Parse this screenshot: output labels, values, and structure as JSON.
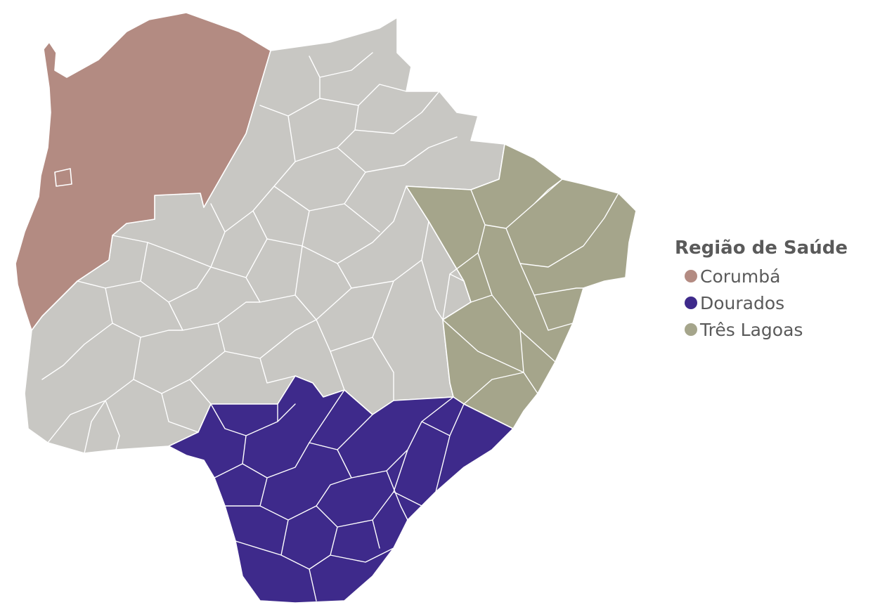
{
  "legend": {
    "title": "Região de Saúde",
    "items": [
      {
        "label": "Corumbá",
        "color": "#b38b82"
      },
      {
        "label": "Dourados",
        "color": "#3e2a8b"
      },
      {
        "label": "Três Lagoas",
        "color": "#a5a58b"
      }
    ]
  },
  "colors": {
    "other_regions": "#c8c7c3",
    "borders": "#ffffff",
    "background": "#ffffff"
  }
}
